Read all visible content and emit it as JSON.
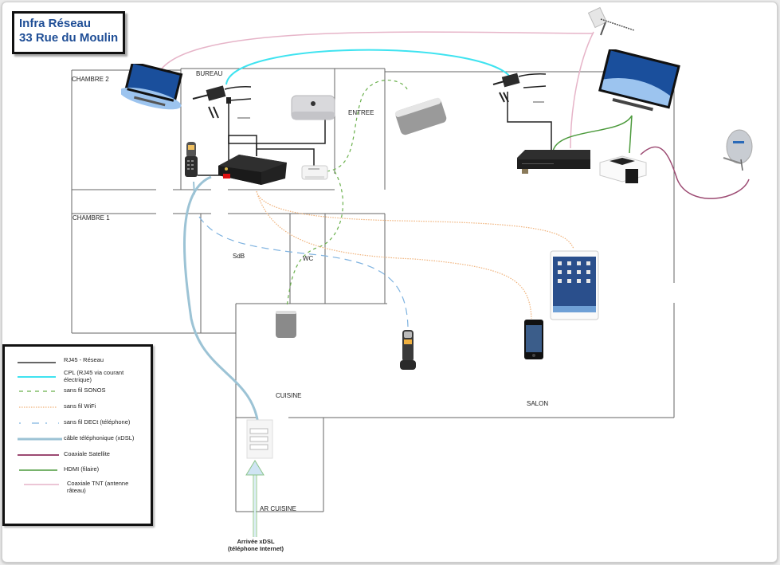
{
  "title": {
    "line1": "Infra Réseau",
    "line2": "33 Rue du Moulin"
  },
  "rooms": {
    "chambre2": "CHAMBRE 2",
    "bureau": "BUREAU",
    "entree": "ENTREE",
    "chambre1": "CHAMBRE 1",
    "sdb": "SdB",
    "wc": "WC",
    "cuisine": "CUISINE",
    "salon": "SALON",
    "ar_cuisine": "AR CUISINE"
  },
  "legend": {
    "items": [
      {
        "label": "RJ45 - Réseau",
        "color": "#333333",
        "style": "solid"
      },
      {
        "label": "CPL (RJ45 via courant électrique)",
        "color": "#3fe3f0",
        "style": "solid"
      },
      {
        "label": "sans fil SONOS",
        "color": "#6ab04c",
        "style": "dashed"
      },
      {
        "label": "sans fil WiFi",
        "color": "#f0b27a",
        "style": "dotted"
      },
      {
        "label": "sans fil DECt (téléphone)",
        "color": "#7fb3e0",
        "style": "long-dash"
      },
      {
        "label": "câble téléphonique (xDSL)",
        "color": "#9cc3d5",
        "style": "thick"
      },
      {
        "label": "Coaxiale Satellite",
        "color": "#9c4a72",
        "style": "solid"
      },
      {
        "label": "HDMI (filaire)",
        "color": "#4c9a3c",
        "style": "solid"
      },
      {
        "label": "Coaxiale TNT (antenne râteau)",
        "color": "#e6b4c8",
        "style": "solid"
      }
    ]
  },
  "arrival": {
    "line1": "Arrivée xDSL",
    "line2": "(téléphone Internet)"
  },
  "devices": {
    "tv_chambre2": "tv-icon",
    "cpl_bureau": "cpl-adapter-icon",
    "mac_mini": "mac-mini-icon",
    "dect_base": "dect-phone-icon",
    "box_internet": "internet-box-icon",
    "sonos_bridge": "sonos-bridge-icon",
    "sonos_play5": "sonos-speaker-icon",
    "cpl_salon": "cpl-adapter-icon",
    "tv_salon": "tv-icon",
    "tv_decoder": "tv-decoder-icon",
    "sat_decoder": "satellite-decoder-icon",
    "antenna": "tnt-antenna-icon",
    "dish": "satellite-dish-icon",
    "sonos_play1": "sonos-speaker-icon",
    "dect_handset": "dect-phone-icon",
    "ipad": "tablet-icon",
    "iphone": "smartphone-icon",
    "dsl_filter": "phone-socket-icon"
  }
}
